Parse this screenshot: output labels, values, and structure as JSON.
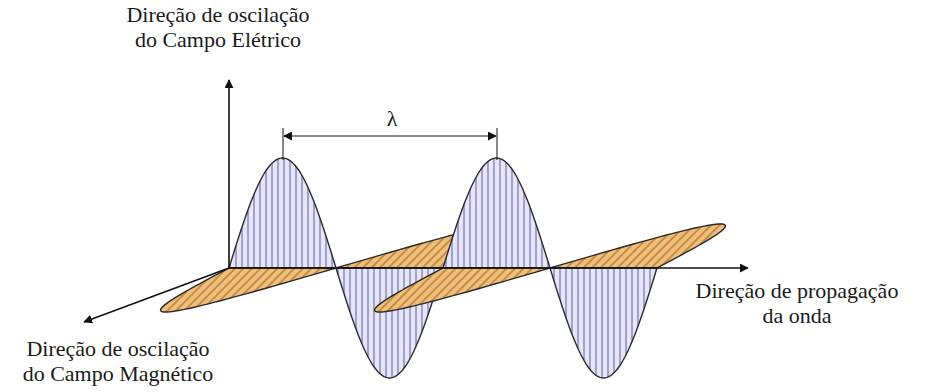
{
  "diagram": {
    "labels": [
      "Direção de oscilação do Campo Elétrico",
      "λ",
      "Direção de propagação da onda",
      "Direção de oscilação do Campo Magnético"
    ]
  }
}
